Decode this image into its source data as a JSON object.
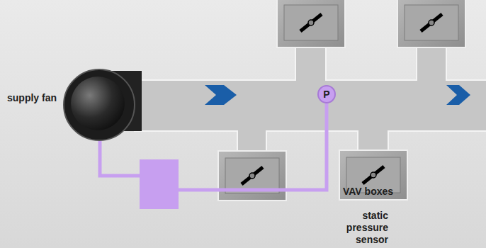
{
  "diagram": {
    "nodes": [
      {
        "text": [
          "P"
        ]
      }
    ],
    "labels": [
      "supply fan",
      "VAV boxes",
      "static pressure sensor"
    ]
  }
}
